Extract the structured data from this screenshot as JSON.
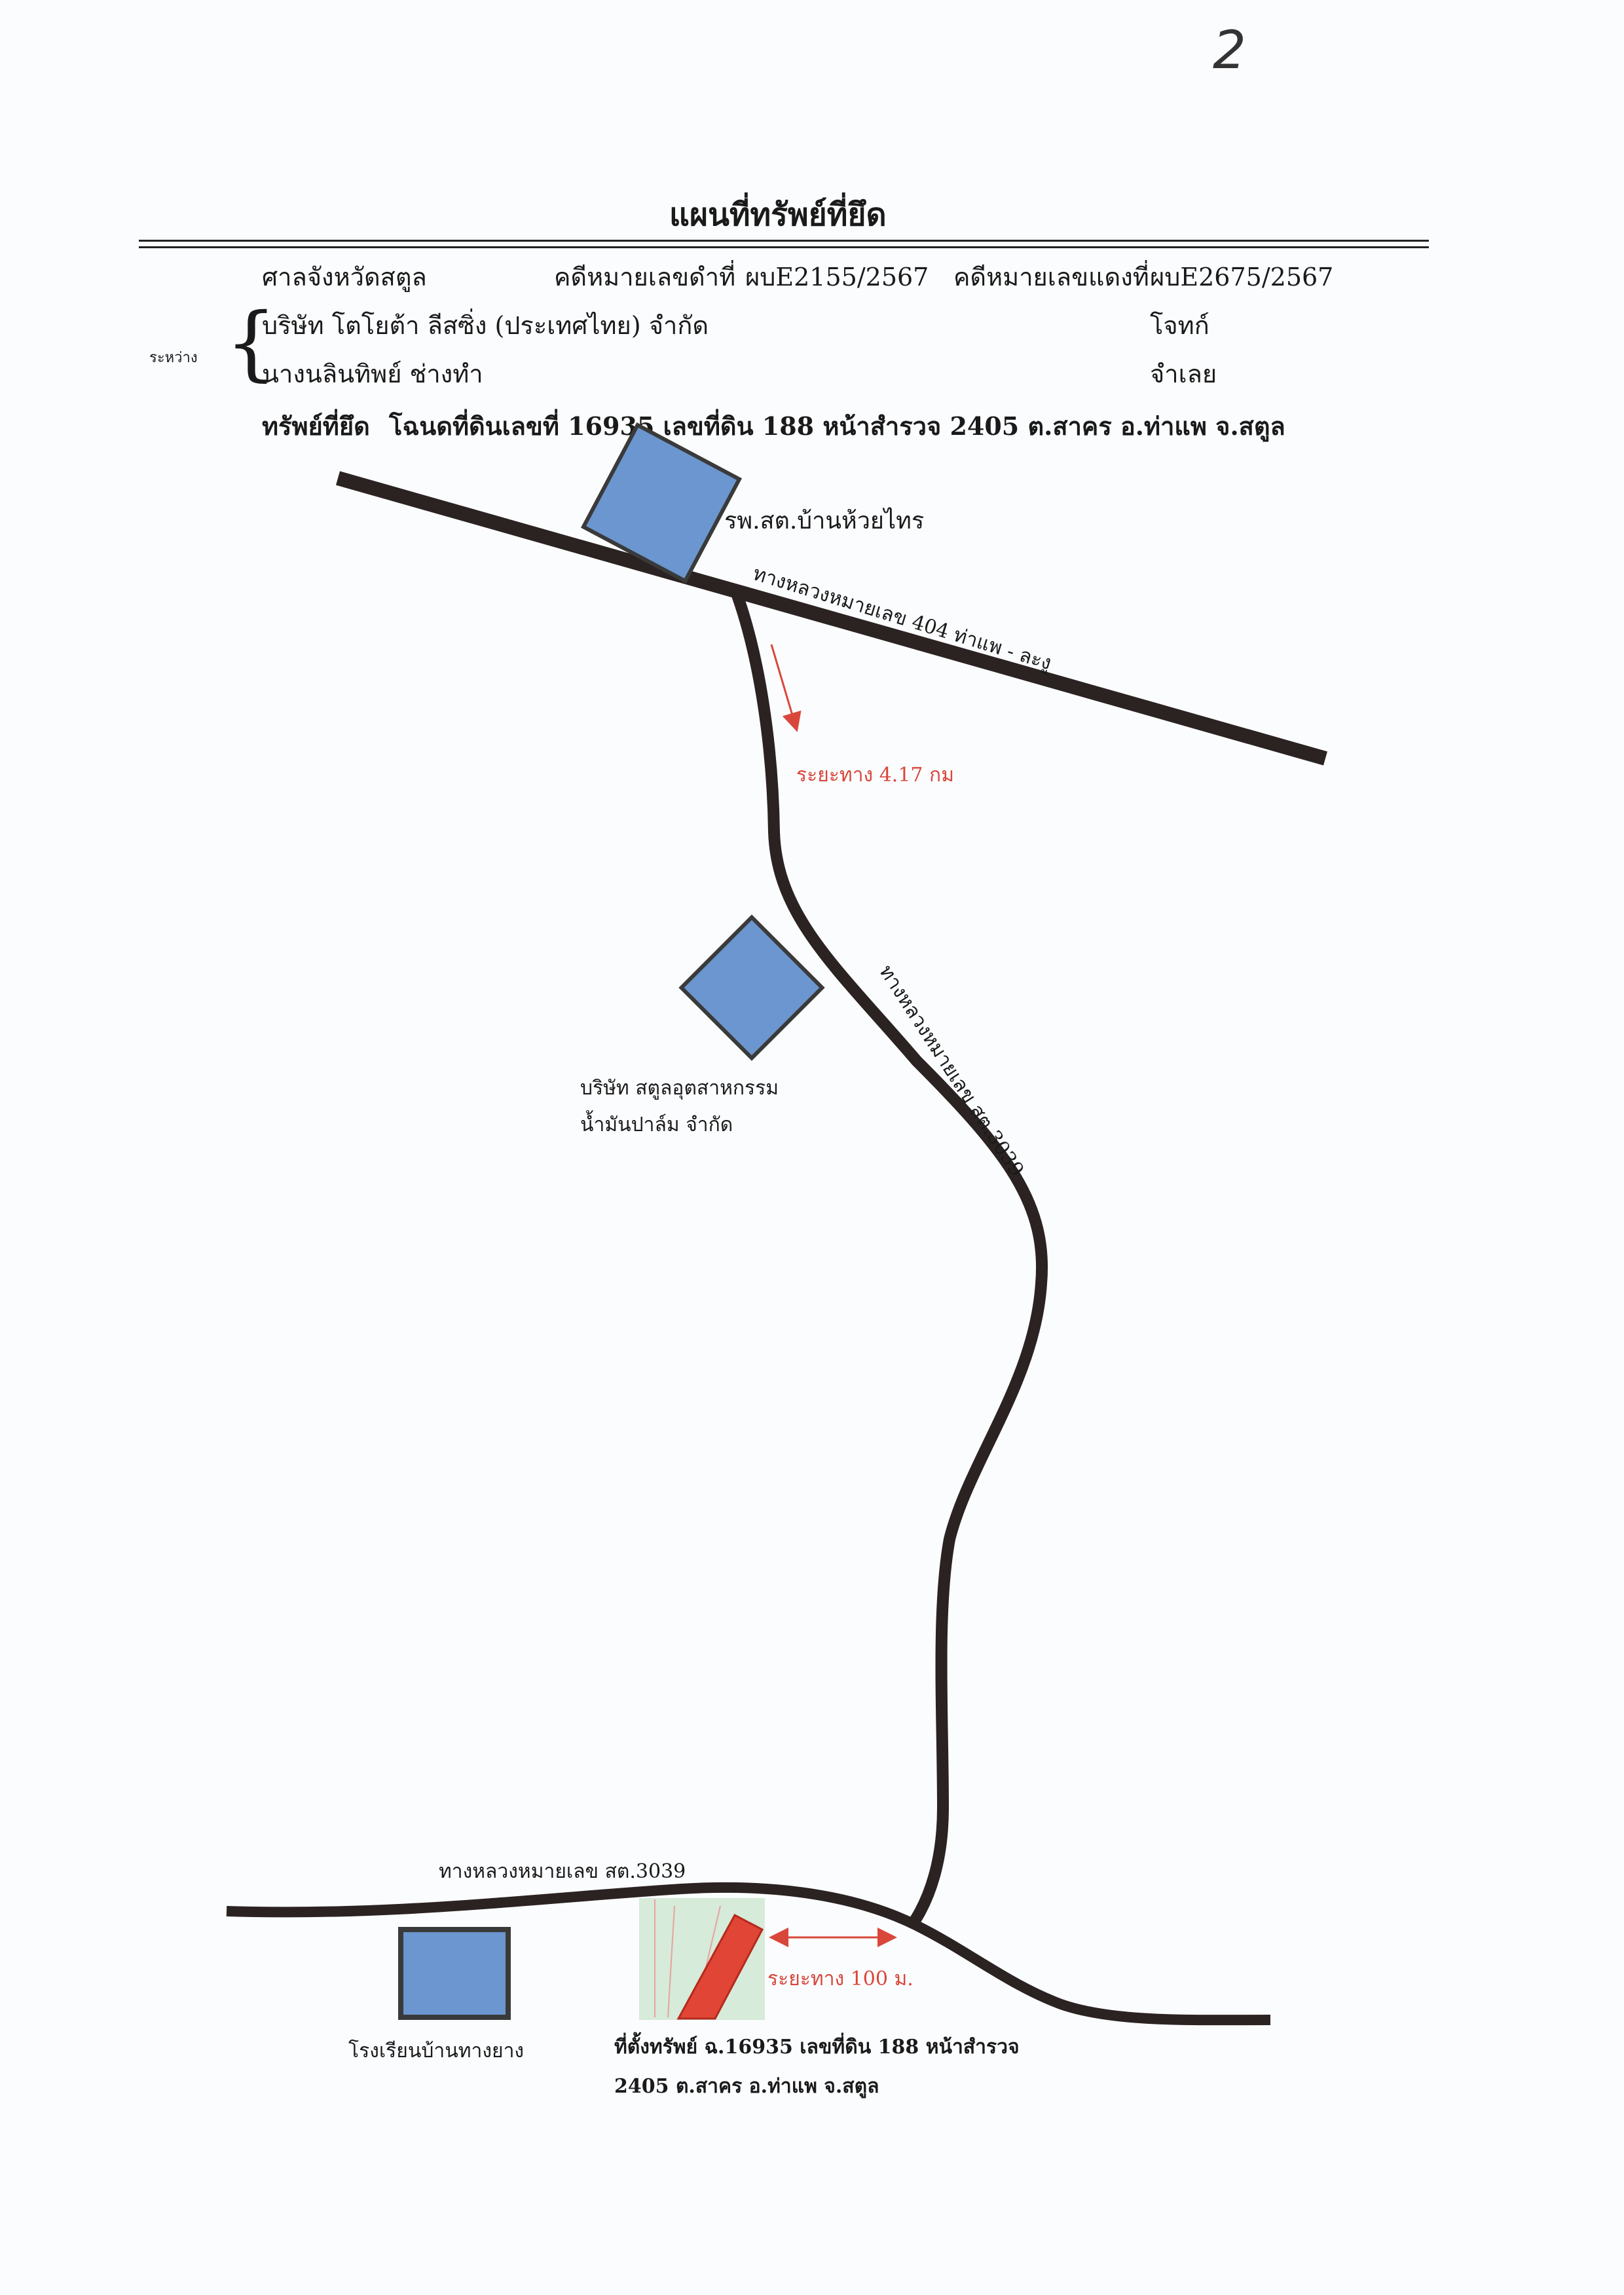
{
  "page": {
    "page_number": "2",
    "title": "แผนที่ทรัพย์ที่ยึด"
  },
  "header": {
    "court": "ศาลจังหวัดสตูล",
    "black_case_label": "คดีหมายเลขดำที่",
    "black_case_no": "ผบE2155/2567",
    "red_case_label": "คดีหมายเลขแดงที่",
    "red_case_no": "ผบE2675/2567",
    "between_label": "ระหว่าง",
    "plaintiff": "บริษัท โตโยต้า ลีสซิ่ง (ประเทศไทย) จำกัด",
    "plaintiff_role": "โจทก์",
    "defendant": "นางนลินทิพย์ ช่างทำ",
    "defendant_role": "จำเลย",
    "asset_label": "ทรัพย์ที่ยึด",
    "asset_desc": "โฉนดที่ดินเลขที่ 16935 เลขที่ดิน 188 หน้าสำรวจ 2405 ต.สาคร อ.ท่าแพ จ.สตูล"
  },
  "map": {
    "landmarks": {
      "health_center": "รพ.สต.บ้านห้วยไทร",
      "palm_oil_line1": "บริษัท สตูลอุตสาหกรรม",
      "palm_oil_line2": "น้ำมันปาล์ม จำกัด",
      "school": "โรงเรียนบ้านทางยาง"
    },
    "roads": {
      "hwy_404": "ทางหลวงหมายเลข 404 ท่าแพ - ละงู",
      "hwy_3039_vertical": "ทางหลวงหมายเลข สต.3039",
      "hwy_3039_bottom": "ทางหลวงหมายเลข สต.3039"
    },
    "distances": {
      "to_junction": "ระยะทาง 4.17 กม",
      "to_property": "ระยะทาง 100 ม."
    },
    "property": {
      "line1": "ที่ตั้งทรัพย์ ฉ.16935 เลขที่ดิน 188 หน้าสำรวจ",
      "line2": "2405 ต.สาคร อ.ท่าแพ จ.สตูล"
    },
    "colors": {
      "road": "#2b2222",
      "landmark_fill": "#6b96cf",
      "landmark_stroke": "#3a3a3a",
      "property_fill": "#e04535",
      "parcel_bg": "#cfe8d2",
      "annotation": "#d9473b"
    }
  }
}
